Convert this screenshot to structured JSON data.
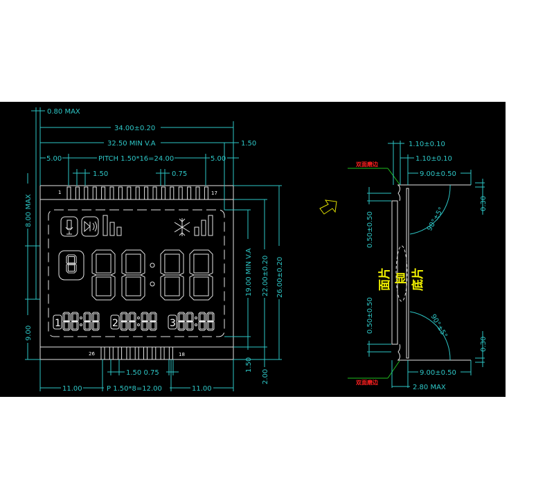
{
  "front_view": {
    "overall_thickness": "0.80 MAX",
    "width": "34.00±0.20",
    "viewing_area_width": "32.50 MIN V.A",
    "right_margin": "1.50",
    "left_offset": "5.00",
    "pin_pitch_top": "PITCH 1.50*16=24.00",
    "right_offset": "5.00",
    "pin_pitch": "1.50",
    "pin_width": "0.75",
    "top_pin_first": "1",
    "top_pin_last": "17",
    "bottom_pin_first": "26",
    "bottom_pin_last": "18",
    "left_height_top": "8.00 MAX",
    "left_height_bottom": "9.00",
    "viewing_area_height": "19.00 MIN V.A",
    "height_inner": "22.00±0.20",
    "height_total": "26.00±0.20",
    "bottom_margin_1": "1.50",
    "bottom_margin_2": "2.00",
    "bottom_pin_dims": "1.50  0.75",
    "bottom_left": "11.00",
    "bottom_pitch": "P  1.50*8=12.00",
    "bottom_right": "11.00",
    "timer_markers": [
      "1",
      "2",
      "3"
    ]
  },
  "side_view": {
    "thickness_1": "1.10±0.10",
    "thickness_2": "1.10±0.10",
    "lead_length_top": "9.00±0.50",
    "lead_length_bottom": "9.00±0.50",
    "lead_thickness_top": "0.30",
    "lead_thickness_bottom": "0.30",
    "offset_top": "0.50±0.50",
    "offset_bottom": "0.50±0.50",
    "angle_top": "90°±5°",
    "angle_bottom": "90°±5°",
    "edge_note_top": "双面磨边",
    "edge_note_bottom": "双面磨边",
    "front_glass": "面片",
    "middle": "显",
    "back_glass": "底片",
    "total_thickness": "2.80 MAX"
  },
  "colors": {
    "background": "#000000",
    "dimension": "#2ec8c8",
    "outline": "#e6e6e6",
    "note": "#ff2020",
    "label": "#f0f000"
  }
}
